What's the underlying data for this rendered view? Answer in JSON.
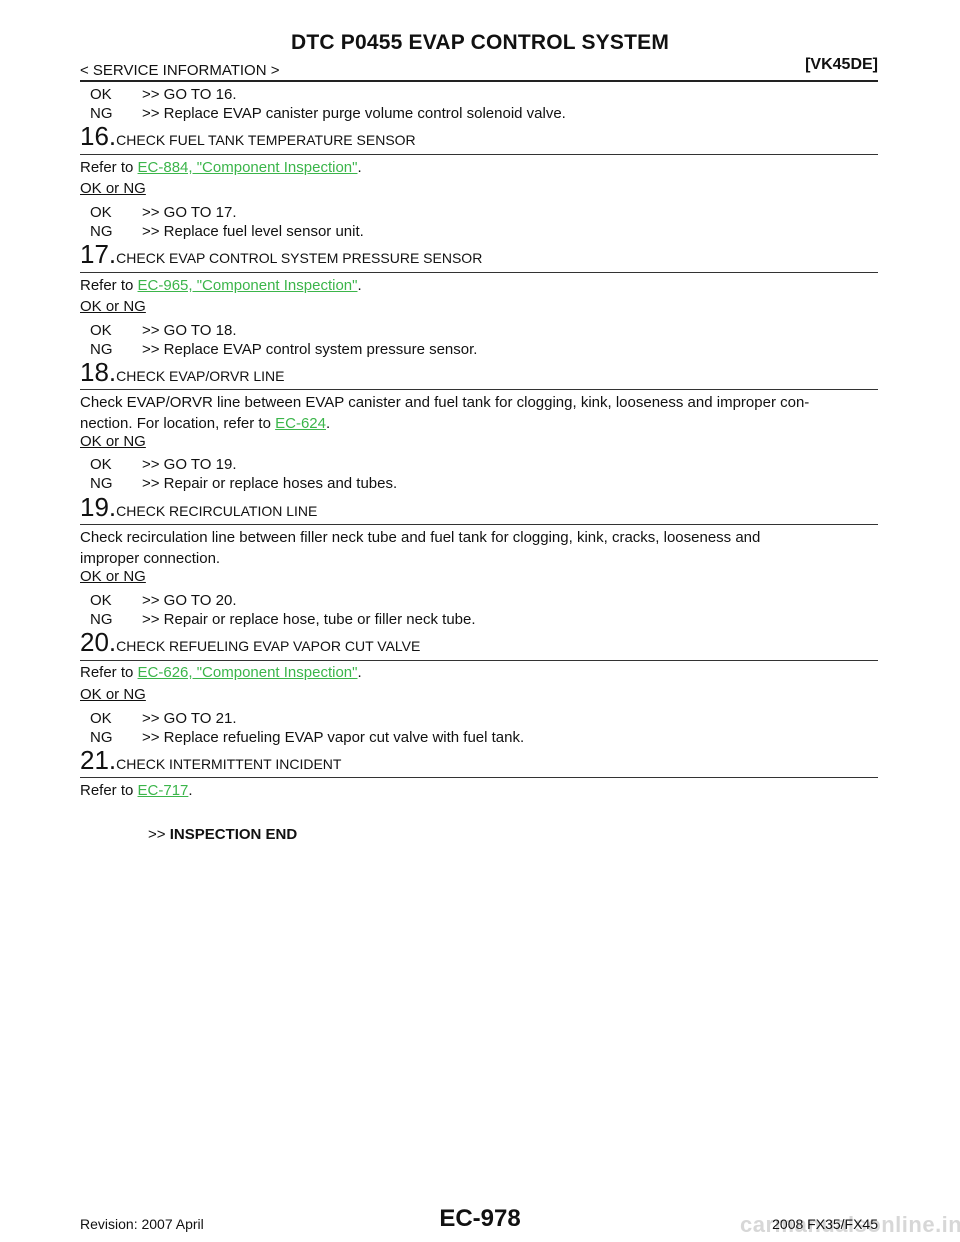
{
  "header": {
    "title": "DTC P0455 EVAP CONTROL SYSTEM",
    "section": "< SERVICE INFORMATION >",
    "engine": "[VK45DE]"
  },
  "intro": {
    "ok": "OK",
    "ok_text": ">> GO TO 16.",
    "ng": "NG",
    "ng_text": ">> Replace EVAP canister purge volume control solenoid valve."
  },
  "steps": [
    {
      "num": "16.",
      "caption": "CHECK FUEL TANK TEMPERATURE SENSOR",
      "refer": "Refer to",
      "link": "EC-884, \"Component Inspection\"",
      "after": ".",
      "okng_label": "OK or NG",
      "ok": "OK",
      "ok_text": ">> GO TO 17.",
      "ng": "NG",
      "ng_text": ">> Replace fuel level sensor unit."
    },
    {
      "num": "17.",
      "caption": "CHECK EVAP CONTROL SYSTEM PRESSURE SENSOR",
      "refer": "Refer to",
      "link": "EC-965, \"Component Inspection\"",
      "after": ".",
      "okng_label": "OK or NG",
      "ok": "OK",
      "ok_text": ">> GO TO 18.",
      "ng": "NG",
      "ng_text": ">> Replace EVAP control system pressure sensor."
    },
    {
      "num": "18.",
      "caption": "CHECK EVAP/ORVR LINE",
      "para_a": "Check EVAP/ORVR line between EVAP canister and fuel tank for clogging, kink, looseness and improper con-",
      "para_b": "nection. For location, refer to",
      "link": "EC-624",
      "after": ".",
      "okng_label": "OK or NG",
      "ok": "OK",
      "ok_text": ">> GO TO 19.",
      "ng": "NG",
      "ng_text": ">> Repair or replace hoses and tubes."
    },
    {
      "num": "19.",
      "caption": "CHECK RECIRCULATION LINE",
      "para_a": "Check recirculation line between filler neck tube and fuel tank for clogging, kink, cracks, looseness and",
      "para_b": "improper connection.",
      "okng_label": "OK or NG",
      "ok": "OK",
      "ok_text": ">> GO TO 20.",
      "ng": "NG",
      "ng_text": ">> Repair or replace hose, tube or filler neck tube."
    },
    {
      "num": "20.",
      "caption": "CHECK REFUELING EVAP VAPOR CUT VALVE",
      "refer": "Refer to",
      "link": "EC-626, \"Component Inspection\"",
      "after": ".",
      "okng_label": "OK or NG",
      "ok": "OK",
      "ok_text": ">> GO TO 21.",
      "ng": "NG",
      "ng_text": ">> Replace refueling EVAP vapor cut valve with fuel tank."
    },
    {
      "num": "21.",
      "caption": "CHECK INTERMITTENT INCIDENT",
      "refer": "Refer to",
      "link": "EC-717",
      "after": "."
    }
  ],
  "end": {
    "prefix": ">>",
    "text": "INSPECTION END"
  },
  "footer": {
    "page": "EC-978",
    "revision": "Revision: 2007 April",
    "model": "2008 FX35/FX45",
    "watermark": "carmanualsonline.info"
  }
}
